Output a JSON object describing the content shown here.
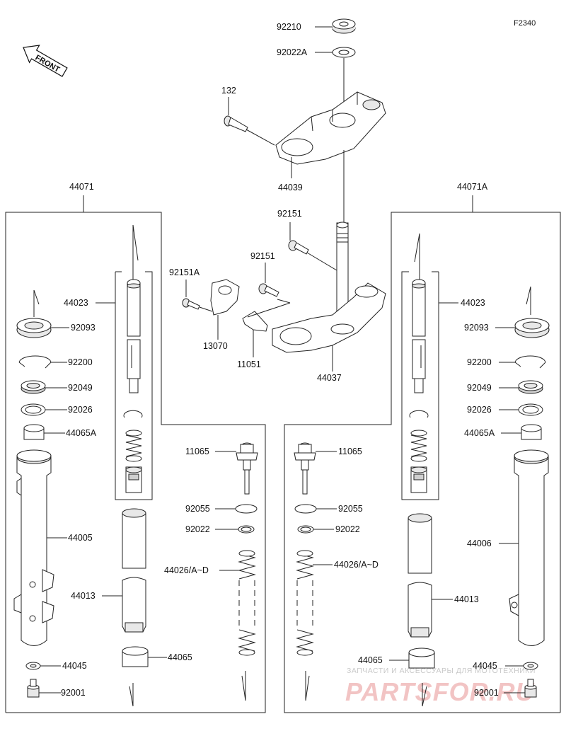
{
  "figure_code": "F2340",
  "direction": "FRONT",
  "watermark": {
    "tagline": "ЗАПЧАСТИ И АКСЕССУАРЫ ДЛЯ МОТОТЕХНИКИ",
    "brand": "PARTSFOR.RU"
  },
  "labels": {
    "p92210": "92210",
    "p92022A": "92022A",
    "p132": "132",
    "p44039": "44039",
    "p44071": "44071",
    "p44071A": "44071A",
    "p92151a": "92151",
    "p92151b": "92151",
    "p92151A": "92151A",
    "p13070": "13070",
    "p11051": "11051",
    "p44037": "44037",
    "l44023": "44023",
    "l92093": "92093",
    "l92200": "92200",
    "l92049": "92049",
    "l92026": "92026",
    "l44065A": "44065A",
    "l44005": "44005",
    "l44013": "44013",
    "l44045": "44045",
    "l92001": "92001",
    "l44065": "44065",
    "l11065": "11065",
    "l92055": "92055",
    "l92022": "92022",
    "l44026": "44026/A~D",
    "r44023": "44023",
    "r92093": "92093",
    "r92200": "92200",
    "r92049": "92049",
    "r92026": "92026",
    "r44065A": "44065A",
    "r44006": "44006",
    "r44013": "44013",
    "r44045": "44045",
    "r92001": "92001",
    "r44065": "44065",
    "r11065": "11065",
    "r92055": "92055",
    "r92022": "92022",
    "r44026": "44026/A~D"
  }
}
